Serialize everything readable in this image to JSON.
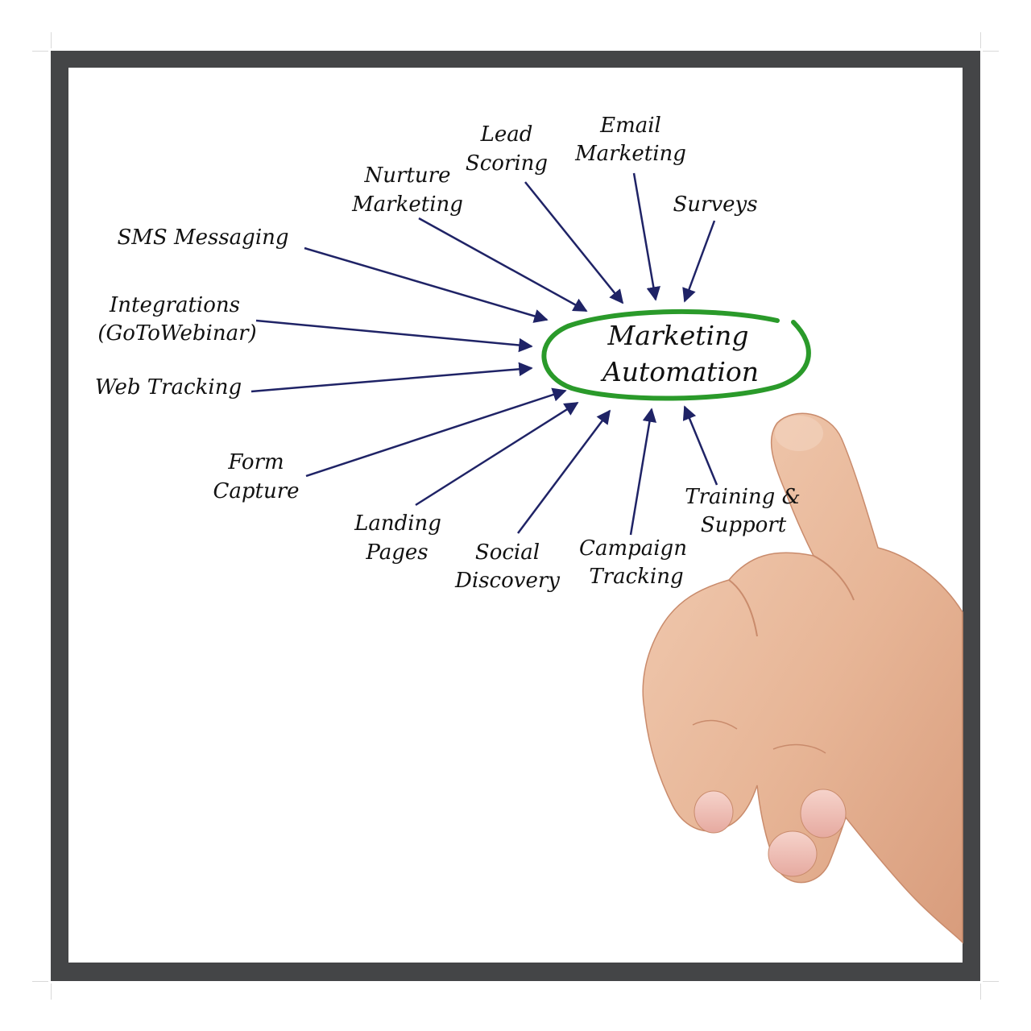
{
  "colors": {
    "arrow": "#1f2366",
    "ellipse": "#2a9a2a",
    "frame": "#444547",
    "text": "#111111"
  },
  "center": {
    "line1": "Marketing",
    "line2": "Automation"
  },
  "nodes": [
    {
      "id": "lead-scoring",
      "lines": [
        "Lead",
        "Scoring"
      ]
    },
    {
      "id": "email-marketing",
      "lines": [
        "Email",
        "Marketing"
      ]
    },
    {
      "id": "nurture-marketing",
      "lines": [
        "Nurture",
        "Marketing"
      ]
    },
    {
      "id": "surveys",
      "lines": [
        "Surveys"
      ]
    },
    {
      "id": "sms-messaging",
      "lines": [
        "SMS Messaging"
      ]
    },
    {
      "id": "integrations",
      "lines": [
        "Integrations",
        "(GoToWebinar)"
      ]
    },
    {
      "id": "web-tracking",
      "lines": [
        "Web Tracking"
      ]
    },
    {
      "id": "form-capture",
      "lines": [
        "Form",
        "Capture"
      ]
    },
    {
      "id": "landing-pages",
      "lines": [
        "Landing",
        "Pages"
      ]
    },
    {
      "id": "social-discovery",
      "lines": [
        "Social",
        "Discovery"
      ]
    },
    {
      "id": "campaign-tracking",
      "lines": [
        "Campaign",
        "Tracking"
      ]
    },
    {
      "id": "training-support",
      "lines": [
        "Training &",
        "Support"
      ]
    }
  ],
  "hand": {
    "icon": "pointing-hand-icon"
  }
}
